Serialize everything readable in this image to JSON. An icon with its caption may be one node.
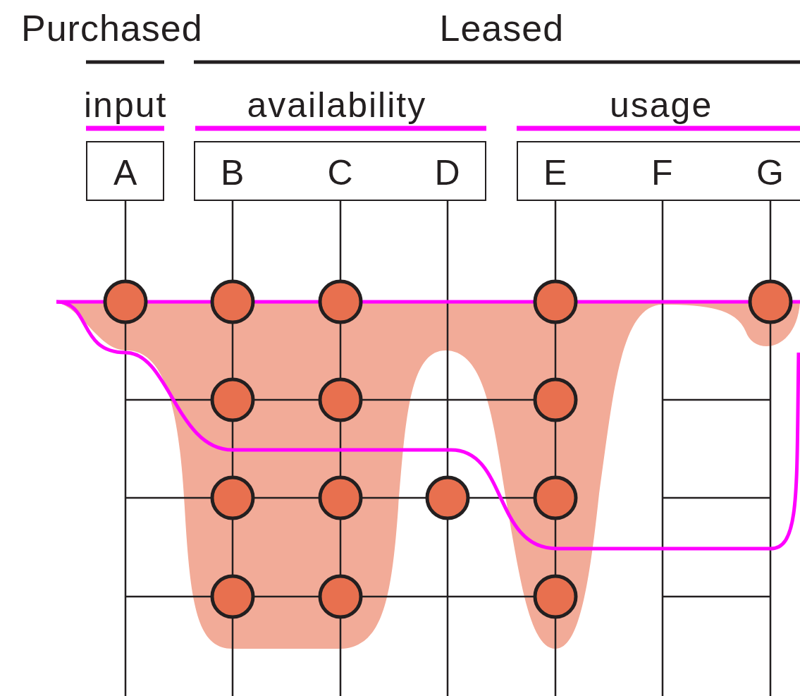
{
  "diagram": {
    "nodes": [
      {
        "text": [
          "A"
        ]
      },
      {
        "text": [
          "B",
          "C",
          "D"
        ]
      },
      {
        "text": [
          "E",
          "F",
          "G"
        ]
      }
    ],
    "labels": [
      "Purchased",
      "Leased",
      "input",
      "availability",
      "usage"
    ]
  }
}
